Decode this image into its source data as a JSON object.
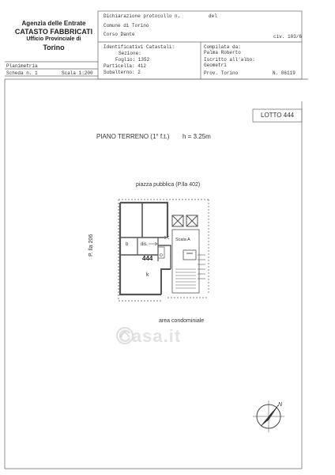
{
  "agency": {
    "line1": "Agenzia delle Entrate",
    "line2": "CATASTO FABBRICATI",
    "line3": "Ufficio Provinciale di",
    "line4": "Torino"
  },
  "header": {
    "dichiarazione": "Dichiarazione protocollo n.",
    "del": "del",
    "comune": "Comune di Torino",
    "indirizzo": "Corso Dante",
    "civ": "civ. 103/6",
    "identificativi": "Identificativi Catastali:",
    "sezione": "Sezione:",
    "foglio": "Foglio: 1352",
    "particella": "Particella: 412",
    "subalterno": "Subalterno: 2",
    "compilata": "Compilata da:",
    "compilatore": "Palma Roberto",
    "iscritto": "Iscritto all'albo:",
    "albo": "Geometri",
    "prov": "Prov. Torino",
    "numero": "N. 06119"
  },
  "left_info": {
    "planimetria": "Planimetria",
    "scheda": "Scheda n. 1",
    "scala": "Scala 1:200"
  },
  "lotto": "LOTTO 444",
  "plan": {
    "title": "PIANO TERRENO (1° f.t.)",
    "height": "h = 3.25m",
    "piazza": "piazza pubblica (P.lla 402)",
    "particella_side": "P. lla 206",
    "scala": "Scala A",
    "dis": "dis.",
    "b": "b",
    "unit": "444",
    "k": "k",
    "area": "area condominiale"
  },
  "watermark": "Casa.it",
  "compass": {
    "north": "N"
  }
}
